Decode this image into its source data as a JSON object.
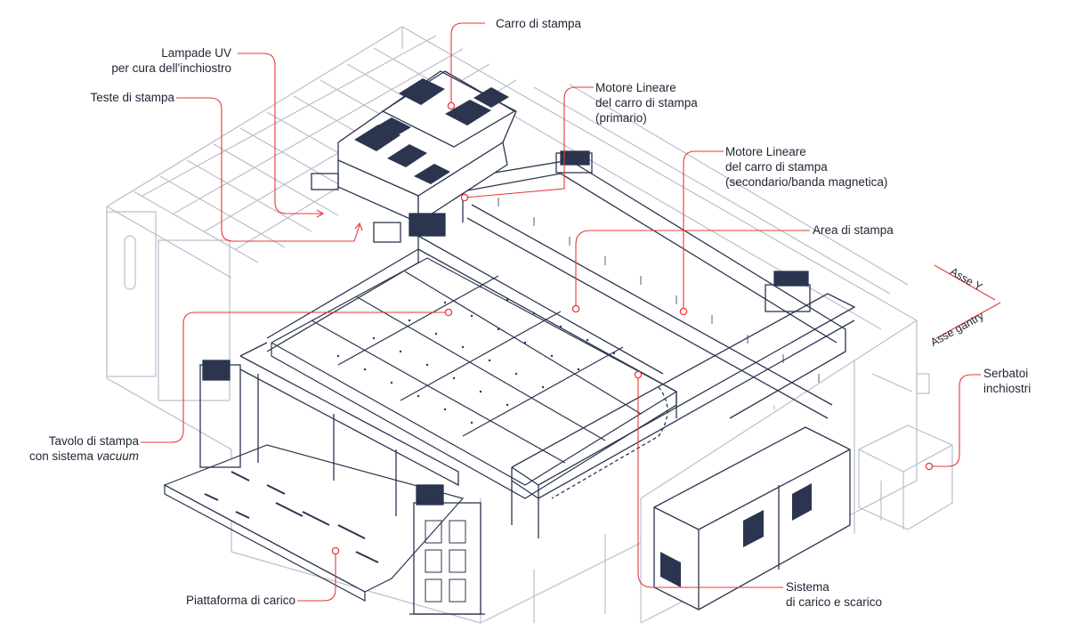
{
  "labels": {
    "carro": "Carro di stampa",
    "lampade_1": "Lampade UV",
    "lampade_2": "per cura dell'inchiostro",
    "teste": "Teste di stampa",
    "motore_primario_1": "Motore Lineare",
    "motore_primario_2": "del carro di stampa",
    "motore_primario_3": "(primario)",
    "motore_secondario_1": "Motore Lineare",
    "motore_secondario_2": "del carro di stampa",
    "motore_secondario_3": "(secondario/banda magnetica)",
    "area": "Area di stampa",
    "tavolo_1": "Tavolo di stampa",
    "tavolo_2a": "con sistema ",
    "tavolo_2b": "vacuum",
    "serbatoi_1": "Serbatoi",
    "serbatoi_2": "inchiostri",
    "piattaforma": "Piattaforma di carico",
    "sistema_1": "Sistema",
    "sistema_2": "di carico e scarico"
  },
  "axes": {
    "y": "Asse Y",
    "gantry": "Asse gantry"
  },
  "colors": {
    "line": "#2b3550",
    "light_line": "#b9bfcb",
    "callout": "#e53935",
    "text": "#1f2433"
  }
}
